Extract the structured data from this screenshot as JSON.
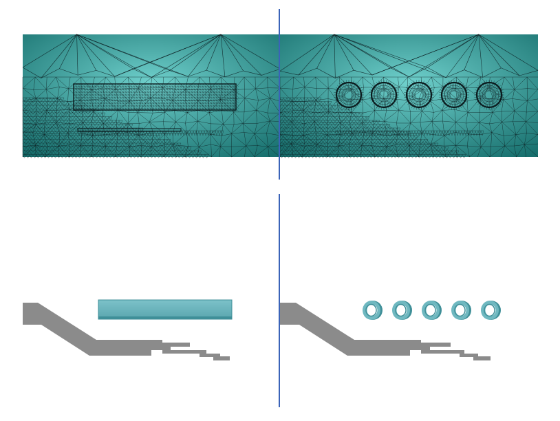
{
  "figure": {
    "panels": [
      {
        "id": "mesh-slab",
        "kind": "fem-mesh",
        "insert": "rectangular-slab"
      },
      {
        "id": "mesh-rings",
        "kind": "fem-mesh",
        "insert": "five-rings"
      },
      {
        "id": "geometry-slab",
        "kind": "geometry",
        "insert": "rectangular-slab"
      },
      {
        "id": "geometry-rings",
        "kind": "geometry",
        "insert": "five-rings",
        "ring_count": 5
      }
    ],
    "colors": {
      "mesh_dark": "#176f6d",
      "mesh_light": "#6fd0cc",
      "mesh_lines": "#0b1a1d",
      "insert_fill": "#6fb8c0",
      "insert_edge": "#3f8f98",
      "body_fill": "#8b8b8b",
      "divider": "#3a63b8",
      "background": "#ffffff"
    }
  }
}
